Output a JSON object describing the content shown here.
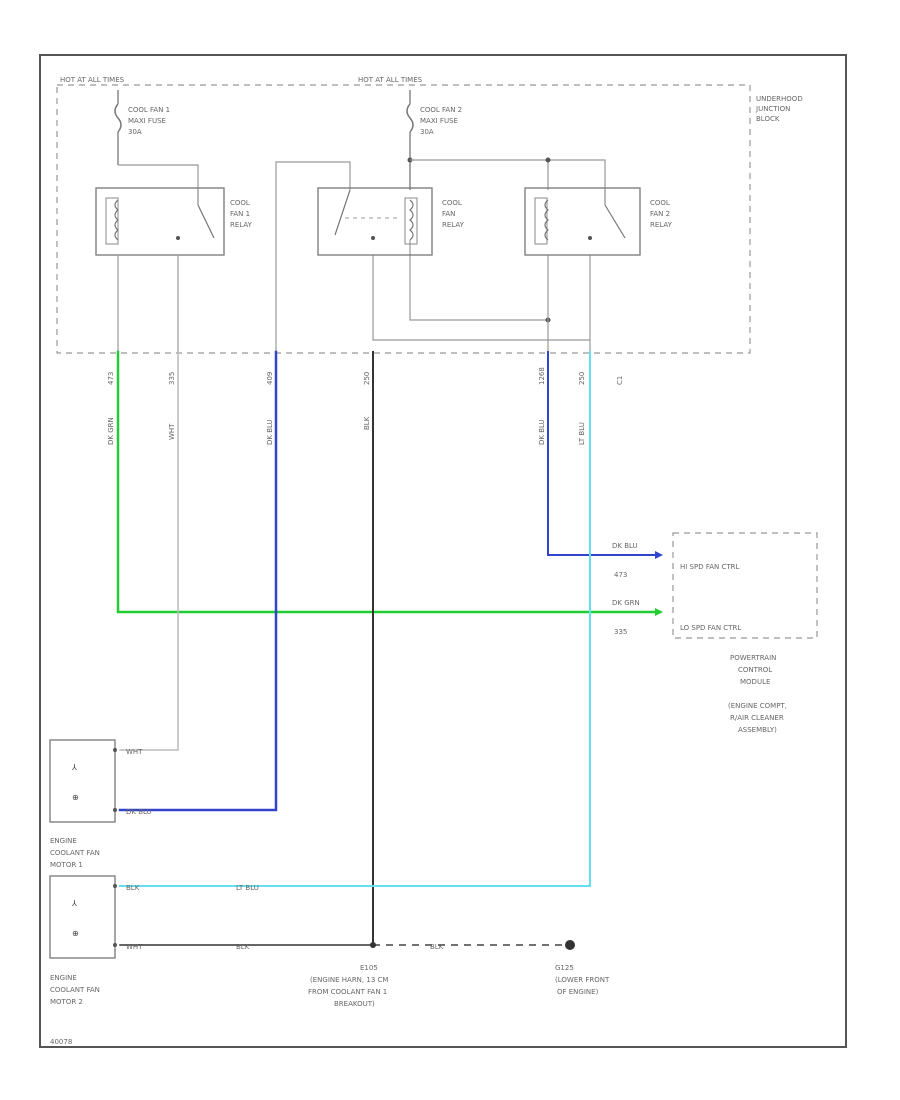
{
  "labels": {
    "hot_left": "HOT AT ALL TIMES",
    "hot_right": "HOT AT ALL TIMES",
    "junction_block": [
      "UNDERHOOD",
      "JUNCTION",
      "BLOCK"
    ],
    "fuse1": [
      "COOL FAN 1",
      "MAXI FUSE",
      "30A"
    ],
    "fuse2": [
      "COOL FAN 2",
      "MAXI FUSE",
      "30A"
    ],
    "relay1": [
      "COOL",
      "FAN 1",
      "RELAY"
    ],
    "relay_mid": [
      "COOL",
      "FAN",
      "RELAY"
    ],
    "relay2": [
      "COOL",
      "FAN 2",
      "RELAY"
    ],
    "pcm_pin_hi": "HI SPD FAN CTRL",
    "pcm_pin_lo": "LO SPD FAN CTRL",
    "pcm": [
      "POWERTRAIN",
      "CONTROL",
      "MODULE",
      "(ENGINE COMPT,",
      "R/AIR CLEANER",
      "ASSEMBLY)"
    ],
    "motor1": [
      "ENGINE",
      "COOLANT FAN",
      "MOTOR 1"
    ],
    "motor2": [
      "ENGINE",
      "COOLANT FAN",
      "MOTOR 2"
    ],
    "ground_e105": [
      "E105",
      "(ENGINE HARN, 13 CM",
      "FROM COOLANT FAN 1",
      "BREAKOUT)"
    ],
    "ground_g125": [
      "G125",
      "(LOWER FRONT",
      "OF ENGINE)"
    ],
    "footer": "40078"
  },
  "wires": {
    "dk_grn": "DK GRN",
    "wht": "WHT",
    "dk_blu": "DK BLU",
    "blk": "BLK",
    "lt_blu": "LT BLU",
    "circuits": [
      "473",
      "335",
      "409",
      "250",
      "1268",
      "250",
      "C1"
    ],
    "pcm_hi_color": "DK BLU",
    "pcm_hi_circuit": "473",
    "pcm_lo_color": "DK GRN",
    "pcm_lo_circuit": "335"
  },
  "colors": {
    "green": "#22cc33",
    "blue": "#3344cc",
    "light_blue": "#66e0ee",
    "black": "#333333",
    "gray": "#aaaaaa"
  }
}
